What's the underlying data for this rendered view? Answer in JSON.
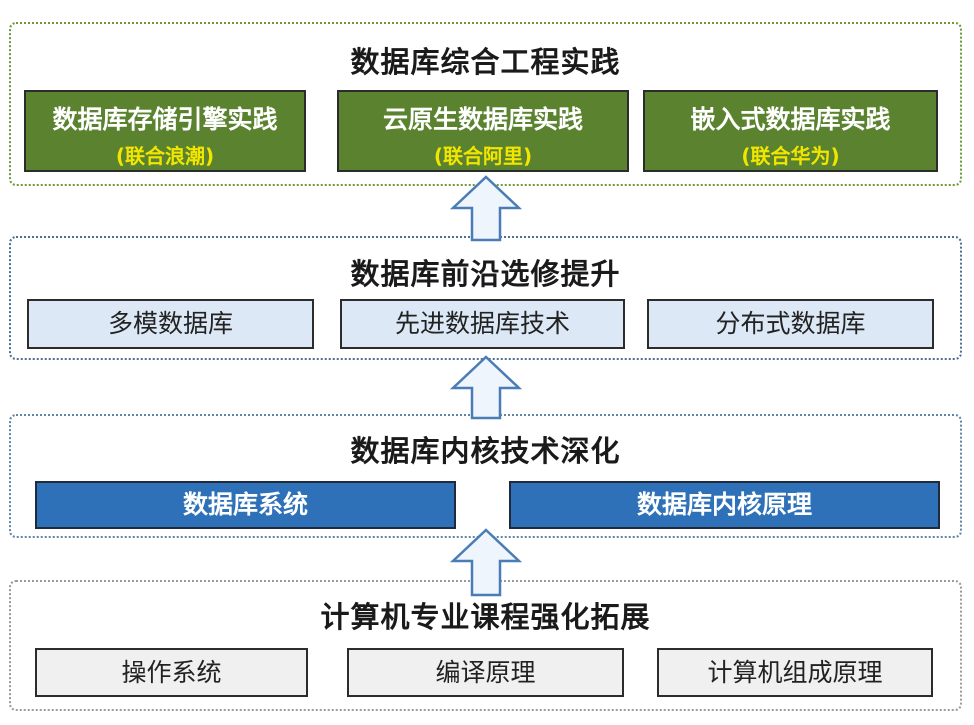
{
  "layers": {
    "practice": {
      "title": "数据库综合工程实践",
      "items": [
        {
          "label": "数据库存储引擎实践",
          "partner": "(联合浪潮)"
        },
        {
          "label": "云原生数据库实践",
          "partner": "(联合阿里)"
        },
        {
          "label": "嵌入式数据库实践",
          "partner": "(联合华为)"
        }
      ]
    },
    "frontier": {
      "title": "数据库前沿选修提升",
      "items": [
        {
          "label": "多模数据库"
        },
        {
          "label": "先进数据库技术"
        },
        {
          "label": "分布式数据库"
        }
      ]
    },
    "kernel": {
      "title": "数据库内核技术深化",
      "items": [
        {
          "label": "数据库系统"
        },
        {
          "label": "数据库内核原理"
        }
      ]
    },
    "cs": {
      "title": "计算机专业课程强化拓展",
      "items": [
        {
          "label": "操作系统"
        },
        {
          "label": "编译原理"
        },
        {
          "label": "计算机组成原理"
        }
      ]
    }
  },
  "colors": {
    "practice_fill": "#5b832f",
    "partner_text": "#f2e600",
    "frontier_fill": "#dce8f5",
    "kernel_fill": "#2e71b8",
    "cs_fill": "#f0f0f0",
    "arrow_fill": "#eef5fc",
    "arrow_stroke": "#4a7db5"
  }
}
